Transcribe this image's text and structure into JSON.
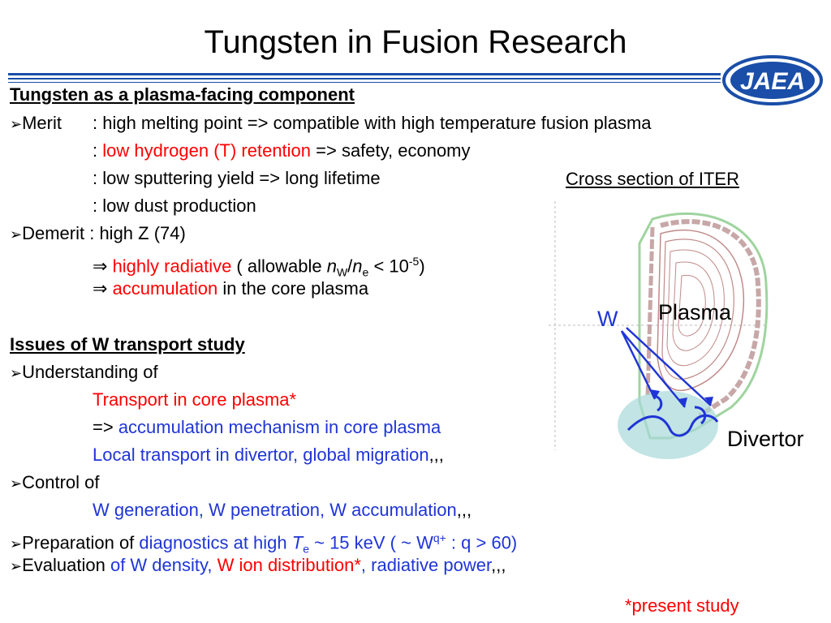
{
  "title": "Tungsten in Fusion Research",
  "logo_text": "JAEA",
  "section1": {
    "heading": "Tungsten as a plasma-facing component",
    "merit": {
      "label": "Merit",
      "line1": ": high melting point => compatible with high temperature fusion plasma",
      "line2_pre": ": ",
      "line2_red": "low hydrogen (T) retention",
      "line2_post": " => safety, economy",
      "line3": ": low sputtering yield => long lifetime",
      "line4": ": low dust production"
    },
    "demerit": {
      "label": "Demerit : high Z (74)",
      "line1_red": "highly radiative",
      "line1_post_a": " ( allowable ",
      "n": "n",
      "sub_w": "W",
      "slash": "/",
      "sub_e": "e",
      "lt": " < 10",
      "sup": "-5",
      "close": ")",
      "line2_red": "accumulation",
      "line2_post": " in the core plasma"
    }
  },
  "section2": {
    "heading": "Issues of W transport study",
    "understanding": {
      "label": "Understanding  of",
      "line1_red": "Transport in core plasma*",
      "line2_pre": "=> ",
      "line2_blue": "accumulation mechanism in core plasma",
      "line3_blue": "Local transport in divertor, global migration",
      "line3_post": ",,,"
    },
    "control": {
      "label": "Control of",
      "line1_blue": "W generation, W penetration, W accumulation",
      "line1_post": ",,,"
    },
    "preparation": {
      "pre": "Preparation of ",
      "blue1": "diagnostics at high ",
      "T": "T",
      "sub_e": "e",
      "blue2": " ~ 15 keV ( ~ W",
      "sup": "q+",
      "blue3": " : q > 60)"
    },
    "evaluation": {
      "pre": "Evaluation ",
      "blue1": "of  W density, ",
      "red1": "W ion distribution*",
      "blue2": ", radiative power",
      "post": ",,,"
    }
  },
  "diagram": {
    "title": "Cross section of ITER",
    "label_plasma": "Plasma",
    "label_w": "W",
    "label_divertor": "Divertor"
  },
  "footnote": "*present study",
  "colors": {
    "red": "#ff0000",
    "blue": "#1f35d6",
    "brand_blue": "#1a4ea8"
  }
}
